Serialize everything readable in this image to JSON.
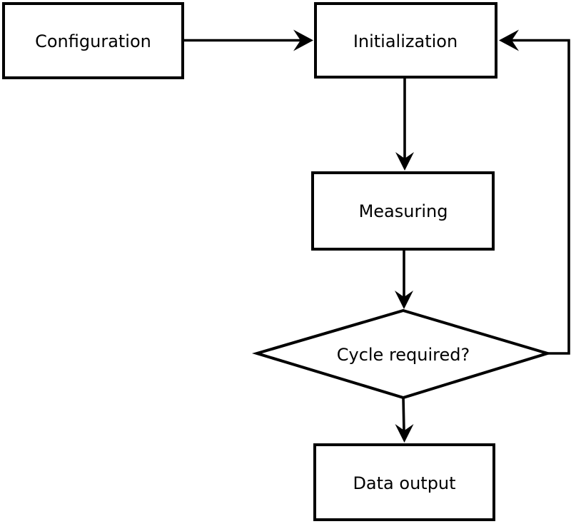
{
  "colors": {
    "background": "#ffffff",
    "stroke": "#000000",
    "text": "#000000"
  },
  "nodes": [
    {
      "id": "configuration",
      "shape": "rectangle",
      "label": "Configuration"
    },
    {
      "id": "initialization",
      "shape": "rectangle",
      "label": "Initialization"
    },
    {
      "id": "measuring",
      "shape": "rectangle",
      "label": "Measuring"
    },
    {
      "id": "cycle-required",
      "shape": "diamond",
      "label": "Cycle required?"
    },
    {
      "id": "data-output",
      "shape": "rectangle",
      "label": "Data output"
    }
  ],
  "edges": [
    {
      "from": "configuration",
      "to": "initialization",
      "style": "solid-arrow"
    },
    {
      "from": "initialization",
      "to": "measuring",
      "style": "solid-arrow"
    },
    {
      "from": "measuring",
      "to": "cycle-required",
      "style": "solid-arrow"
    },
    {
      "from": "cycle-required",
      "to": "data-output",
      "style": "solid-arrow"
    },
    {
      "from": "cycle-required",
      "to": "initialization",
      "style": "solid-arrow",
      "kind": "loop-back"
    }
  ]
}
